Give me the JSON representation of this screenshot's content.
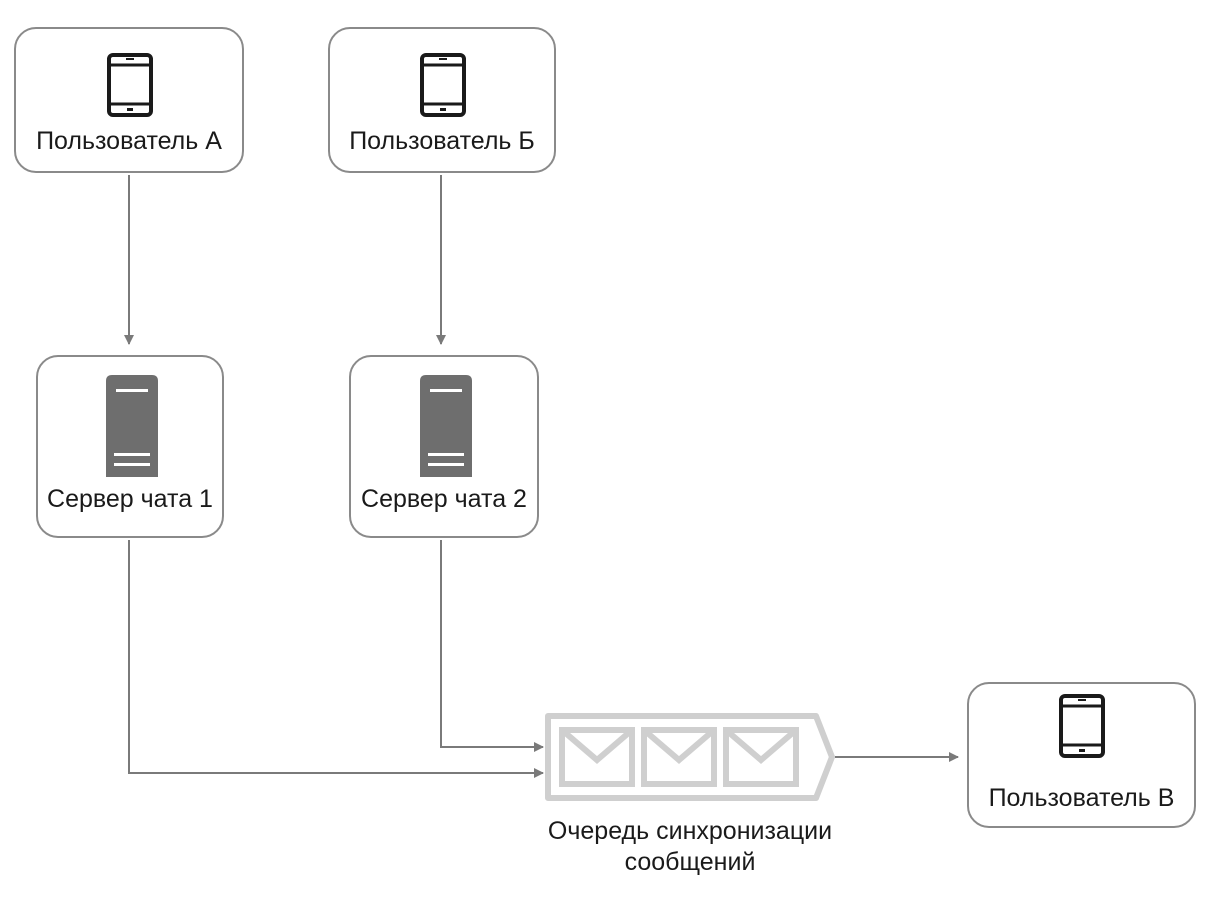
{
  "colors": {
    "edge": "#7a7a7a",
    "node_border": "#8a8a8a",
    "device_icon": "#1a1a1a",
    "server_icon": "#6e6e6e",
    "queue_icon": "#cfcfcf"
  },
  "nodes": {
    "user_a": {
      "label": "Пользователь А",
      "icon": "mobile-device-icon"
    },
    "user_b": {
      "label": "Пользователь Б",
      "icon": "mobile-device-icon"
    },
    "server_1": {
      "label": "Сервер чата 1",
      "icon": "server-icon"
    },
    "server_2": {
      "label": "Сервер чата 2",
      "icon": "server-icon"
    },
    "user_v": {
      "label": "Пользователь В",
      "icon": "mobile-device-icon"
    }
  },
  "queue": {
    "label_line1": "Очередь синхронизации",
    "label_line2": "сообщений",
    "icon": "message-queue-icon"
  },
  "edges": [
    {
      "from": "user_a",
      "to": "server_1"
    },
    {
      "from": "user_b",
      "to": "server_2"
    },
    {
      "from": "server_1",
      "to": "queue"
    },
    {
      "from": "server_2",
      "to": "queue"
    },
    {
      "from": "queue",
      "to": "user_v"
    }
  ]
}
